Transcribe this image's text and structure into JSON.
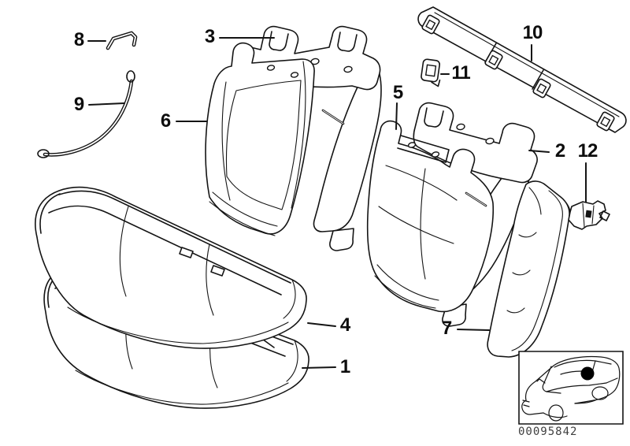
{
  "diagram": {
    "callouts": [
      {
        "id": "1",
        "label": "1"
      },
      {
        "id": "2",
        "label": "2"
      },
      {
        "id": "3",
        "label": "3"
      },
      {
        "id": "4",
        "label": "4"
      },
      {
        "id": "5",
        "label": "5"
      },
      {
        "id": "6",
        "label": "6"
      },
      {
        "id": "7",
        "label": "7"
      },
      {
        "id": "8",
        "label": "8"
      },
      {
        "id": "9",
        "label": "9"
      },
      {
        "id": "10",
        "label": "10"
      },
      {
        "id": "11",
        "label": "11"
      },
      {
        "id": "12",
        "label": "12"
      }
    ],
    "footer": {
      "part_number": "00095842"
    },
    "colors": {
      "line": "#141414",
      "background": "#ffffff",
      "location_marker": "#000000"
    }
  }
}
